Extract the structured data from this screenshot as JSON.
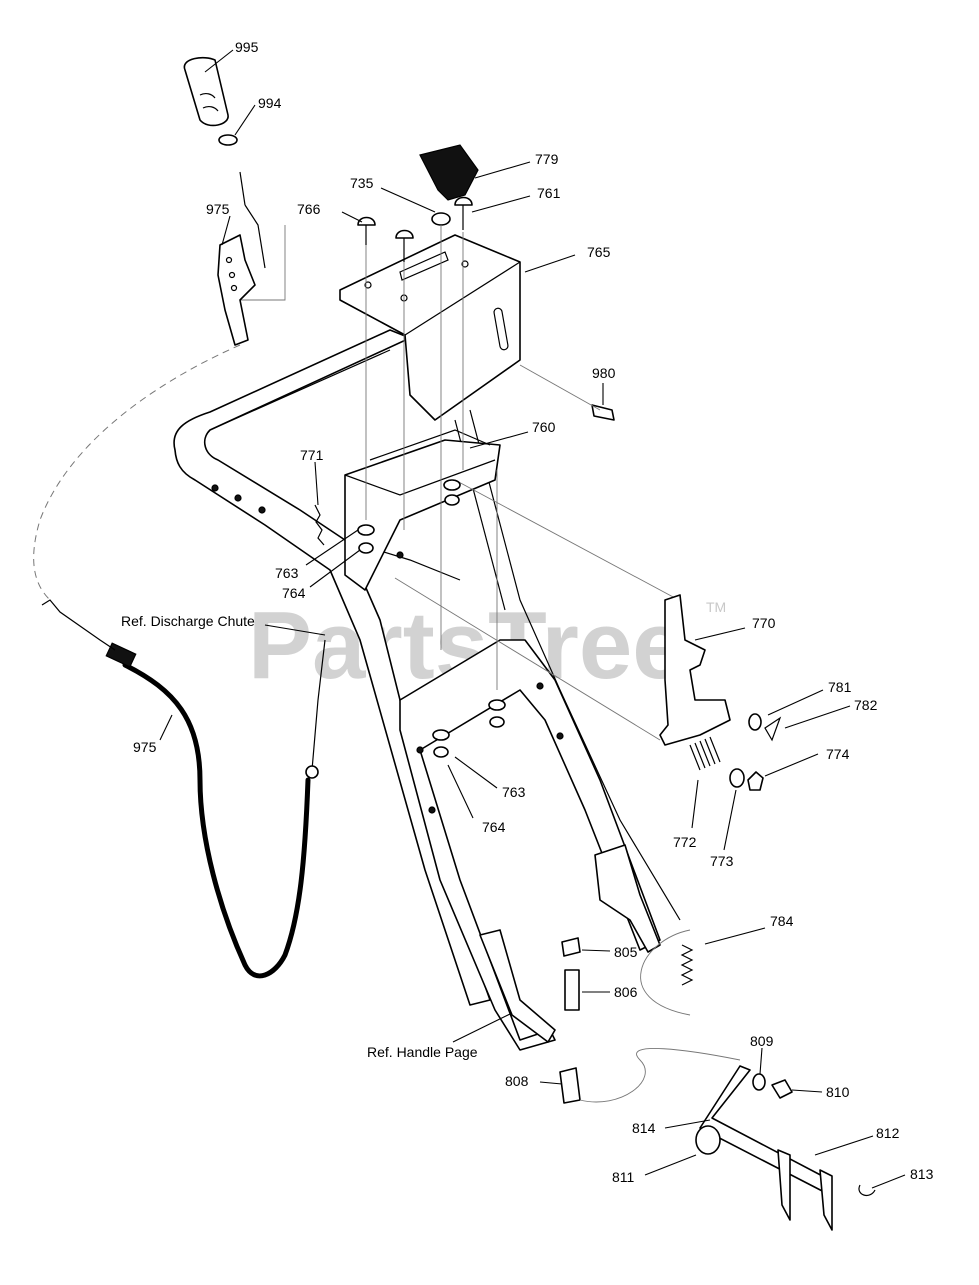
{
  "watermark": {
    "text": "PartsTree",
    "tm": "TM"
  },
  "colors": {
    "line": "#000000",
    "watermark": "#c8c8c8",
    "background": "#ffffff"
  },
  "labels": {
    "p995": "995",
    "p994": "994",
    "p975_top": "975",
    "p766": "766",
    "p735": "735",
    "p779": "779",
    "p761": "761",
    "p765": "765",
    "p980": "980",
    "p760": "760",
    "p771": "771",
    "p763_a": "763",
    "p764_a": "764",
    "ref_discharge": "Ref. Discharge Chute",
    "p770": "770",
    "p781": "781",
    "p782": "782",
    "p774": "774",
    "p975_bottom": "975",
    "p763_b": "763",
    "p764_b": "764",
    "p772": "772",
    "p773": "773",
    "p784": "784",
    "p805": "805",
    "p806": "806",
    "ref_handle": "Ref. Handle Page",
    "p808": "808",
    "p809": "809",
    "p810": "810",
    "p814": "814",
    "p812": "812",
    "p811": "811",
    "p813": "813"
  }
}
